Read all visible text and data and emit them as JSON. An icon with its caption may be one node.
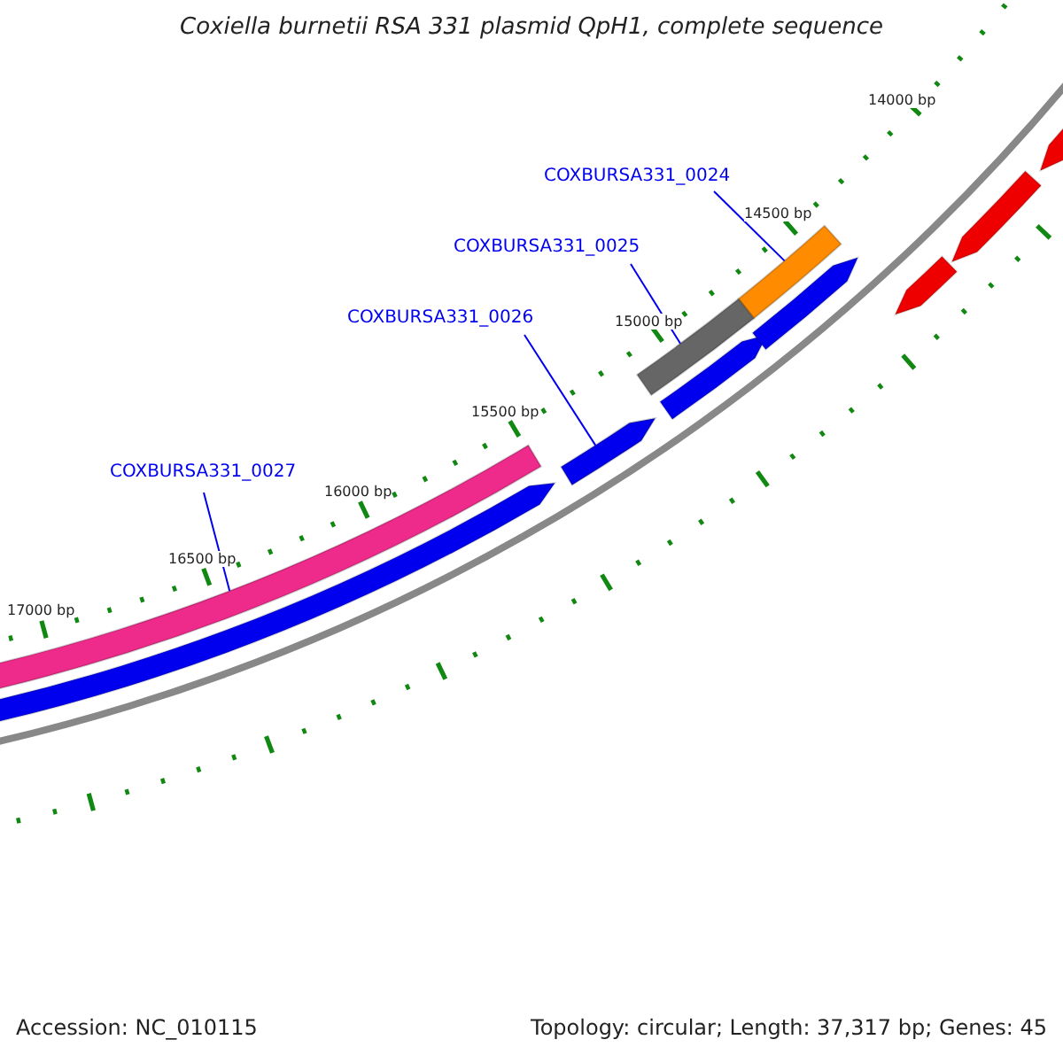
{
  "diagram": {
    "title": "Coxiella burnetii RSA 331 plasmid QpH1, complete sequence",
    "nodes": [
      {
        "text": [
          "COXBURSA331_0024"
        ]
      },
      {
        "text": [],
        "shape": "bar"
      },
      {
        "text": [
          "COXBURSA331_0025"
        ]
      },
      {
        "text": [],
        "shape": "bar"
      },
      {
        "text": [
          "COXBURSA331_0026"
        ]
      },
      {
        "text": [],
        "shape": "bar"
      },
      {
        "text": [
          "COXBURSA331_0027"
        ]
      },
      {
        "text": [],
        "shape": "bar"
      }
    ],
    "edges": [
      {
        "from": 0,
        "to": 1,
        "arrow": "none"
      },
      {
        "from": 2,
        "to": 3,
        "arrow": "none"
      },
      {
        "from": 4,
        "to": 5,
        "arrow": "none"
      },
      {
        "from": 6,
        "to": 7,
        "arrow": "none"
      }
    ],
    "labels": [
      "14000 bp",
      "14500 bp",
      "15000 bp",
      "15500 bp",
      "16000 bp",
      "16500 bp",
      "17000 bp",
      "Accession: NC_010115",
      "Topology: circular; Length: 37,317 bp; Genes: 45"
    ]
  }
}
